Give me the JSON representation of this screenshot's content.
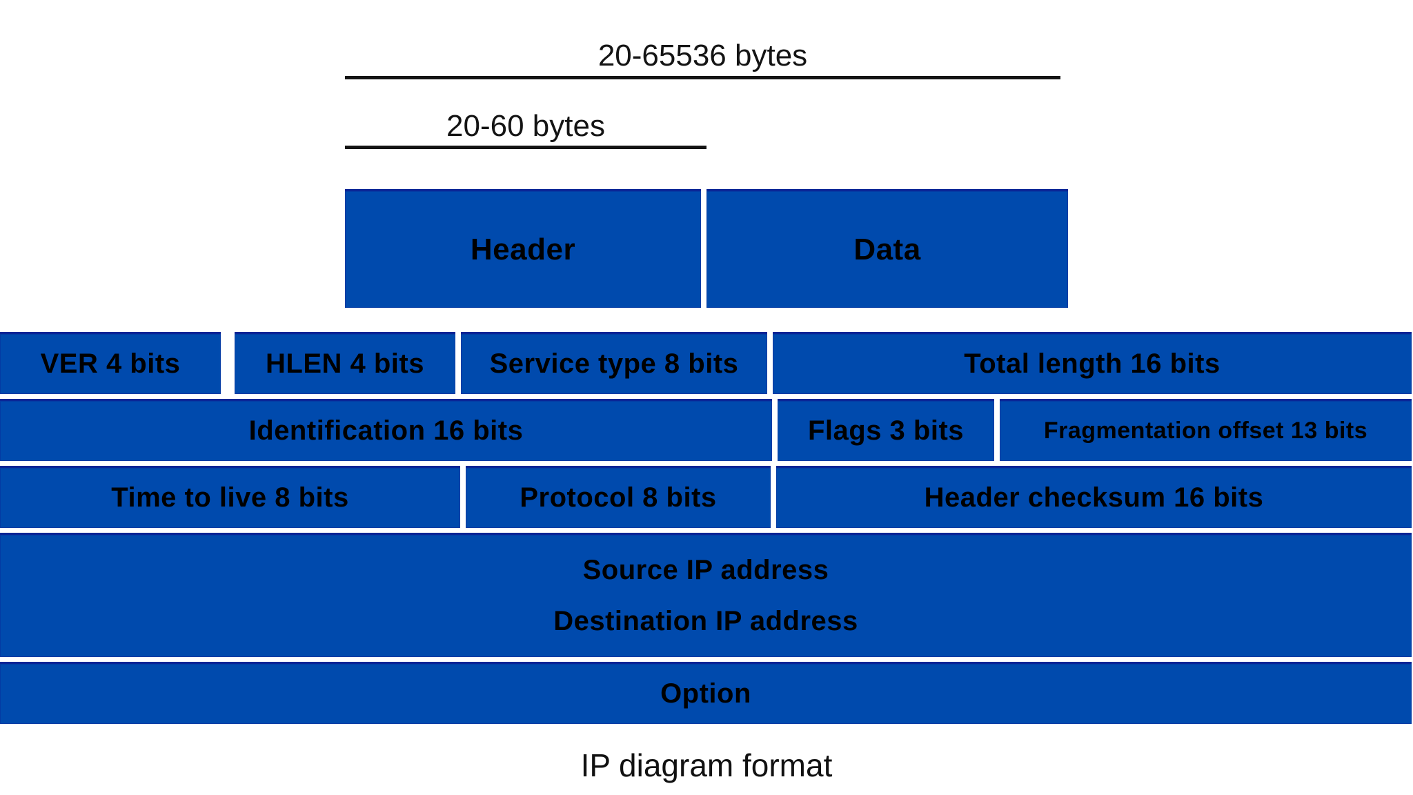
{
  "diagram_title": "IP diagram format",
  "size_annotations": {
    "total_bytes": "20-65536 bytes",
    "header_bytes": "20-60 bytes"
  },
  "segments": {
    "header": "Header",
    "data": "Data"
  },
  "header_fields": {
    "ver": "VER 4 bits",
    "hlen": "HLEN 4 bits",
    "service_type": "Service type 8 bits",
    "total_length": "Total length 16 bits",
    "identification": "Identification 16 bits",
    "flags": "Flags 3 bits",
    "fragmentation_offset": "Fragmentation offset 13 bits",
    "time_to_live": "Time to live 8 bits",
    "protocol": "Protocol 8 bits",
    "header_checksum": "Header checksum 16 bits",
    "source_ip": "Source IP address",
    "destination_ip": "Destination IP address",
    "option": "Option"
  },
  "colors": {
    "cell_fill": "#004aad",
    "cell_edge": "#0a2596",
    "text": "#000000",
    "rule": "#141414",
    "background": "#ffffff"
  }
}
